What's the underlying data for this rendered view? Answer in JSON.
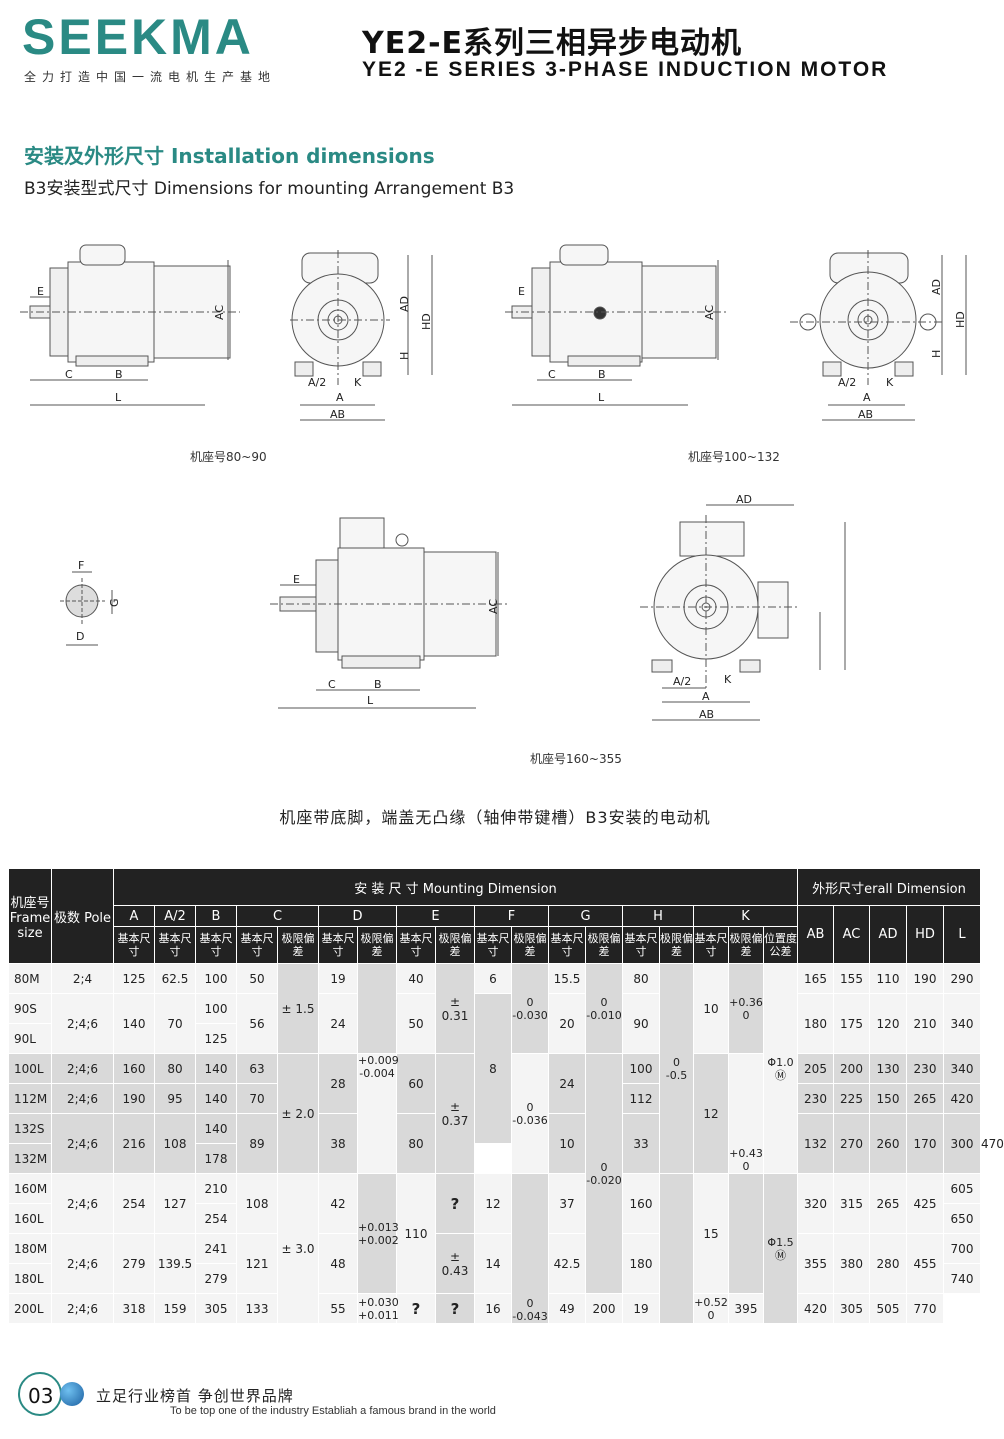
{
  "header": {
    "logo": "SEEKMA",
    "tagline": "全力打造中国一流电机生产基地",
    "title_cn": "YE2-E系列三相异步电动机",
    "title_en": "YE2 -E SERIES 3-PHASE INDUCTION MOTOR"
  },
  "section": {
    "title": "安装及外形尺寸 Installation dimensions",
    "subtitle": "B3安装型式尺寸    Dimensions for mounting Arrangement B3"
  },
  "drawings": {
    "caption_1": "机座号80~90",
    "caption_2": "机座号100~132",
    "caption_3": "机座号160~355",
    "labels": {
      "E": "E",
      "C": "C",
      "B": "B",
      "L": "L",
      "AC": "AC",
      "AD": "AD",
      "HD": "HD",
      "H": "H",
      "A2": "A/2",
      "A": "A",
      "K": "K",
      "AB": "AB",
      "F": "F",
      "G": "G",
      "D": "D"
    }
  },
  "note": "机座带底脚，端盖无凸缘（轴伸带键槽）B3安装的电动机",
  "table": {
    "frame_label": "机座号 Frame size",
    "pole_label": "极数 Pole",
    "mounting_label": "安 装 尺 寸 Mounting Dimension",
    "overall_label": "外形尺寸erall Dimension",
    "groups": [
      "A",
      "A/2",
      "B",
      "C",
      "D",
      "E",
      "F",
      "G",
      "H",
      "K"
    ],
    "basic": "基本尺寸",
    "limit": "极限偏差",
    "position_tol": "位置度公差",
    "overall_cols": [
      "AB",
      "AC",
      "AD",
      "HD",
      "L"
    ],
    "v": {
      "f80m": "80M",
      "f90s": "90S",
      "f90l": "90L",
      "f100l": "100L",
      "f112m": "112M",
      "f132s": "132S",
      "f132m": "132M",
      "f160m": "160M",
      "f160l": "160L",
      "f180m": "180M",
      "f180l": "180L",
      "f200l": "200L",
      "p24": "2;4",
      "p246": "2;4;6",
      "a125": "125",
      "a140": "140",
      "a160": "160",
      "a190": "190",
      "a216": "216",
      "a254": "254",
      "a279": "279",
      "a318": "318",
      "h625": "62.5",
      "h70": "70",
      "h80": "80",
      "h95": "95",
      "h108": "108",
      "h127": "127",
      "h1395": "139.5",
      "h159": "159",
      "b100a": "100",
      "b100": "100",
      "b125": "125",
      "b140a": "140",
      "b140b": "140",
      "b140": "140",
      "b178": "178",
      "b210": "210",
      "b254": "254",
      "b241": "241",
      "b279": "279",
      "b305": "305",
      "c50": "50",
      "c56": "56",
      "c63": "63",
      "c70": "70",
      "c89": "89",
      "c108": "108",
      "c121": "121",
      "c133": "133",
      "ct15": "± 1.5",
      "ct20": "± 2.0",
      "ct30": "± 3.0",
      "d19": "19",
      "d24": "24",
      "d28": "28",
      "d38": "38",
      "d42": "42",
      "d48": "48",
      "d55": "55",
      "dt1": "+0.009\n-0.004",
      "dt2": "+0.013\n+0.002",
      "dt3": "+0.030\n+0.011",
      "e40": "40",
      "e50": "50",
      "e60": "60",
      "e80": "80",
      "e110": "110",
      "et031": "± 0.31",
      "et037": "± 0.37",
      "et043": "± 0.43",
      "qmark": "?",
      "f6": "6",
      "f8": "8",
      "f10": "10",
      "f12": "12",
      "f14": "14",
      "f16": "16",
      "ft1": "0\n-0.030",
      "ft2": "0\n-0.036",
      "ft3": "0\n-0.043",
      "g155": "15.5",
      "g20": "20",
      "g24": "24",
      "g33": "33",
      "g37": "37",
      "g425": "42.5",
      "g49": "49",
      "gt1": "0\n-0.010",
      "gt2": "0\n-0.020",
      "hh80": "80",
      "hh90": "90",
      "hh100": "100",
      "hh112": "112",
      "hh132": "132",
      "hh160": "160",
      "hh180": "180",
      "hh200": "200",
      "ht": "0\n-0.5",
      "k10": "10",
      "k12": "12",
      "k15": "15",
      "k19": "19",
      "kt1": "+0.36\n0",
      "kt2": "+0.43\n0",
      "kt3": "+0.52\n0",
      "pt1": "Φ1.0\nⓂ",
      "pt2": "Φ1.5\nⓂ",
      "ab165": "165",
      "ab180": "180",
      "ab205": "205",
      "ab230": "230",
      "ab270": "270",
      "ab320": "320",
      "ab355": "355",
      "ab395": "395",
      "ac155": "155",
      "ac175": "175",
      "ac200": "200",
      "ac225": "225",
      "ac260": "260",
      "ac315": "315",
      "ac380": "380",
      "ac420": "420",
      "ad110": "110",
      "ad120": "120",
      "ad130": "130",
      "ad150": "150",
      "ad170": "170",
      "ad265": "265",
      "ad280": "280",
      "ad305": "305",
      "hd190": "190",
      "hd210": "210",
      "hd230": "230",
      "hd265": "265",
      "hd300": "300",
      "hd425": "425",
      "hd455": "455",
      "hd505": "505",
      "l290": "290",
      "l340a": "340",
      "l340": "340",
      "l420": "420",
      "l470": "470",
      "l605": "605",
      "l650": "650",
      "l700": "700",
      "l740": "740",
      "l770": "770"
    }
  },
  "footer": {
    "page": "03",
    "slogan_cn": "立足行业榜首  争创世界品牌",
    "slogan_en": "To be top one of the industry  Establiah a famous brand in the world"
  }
}
